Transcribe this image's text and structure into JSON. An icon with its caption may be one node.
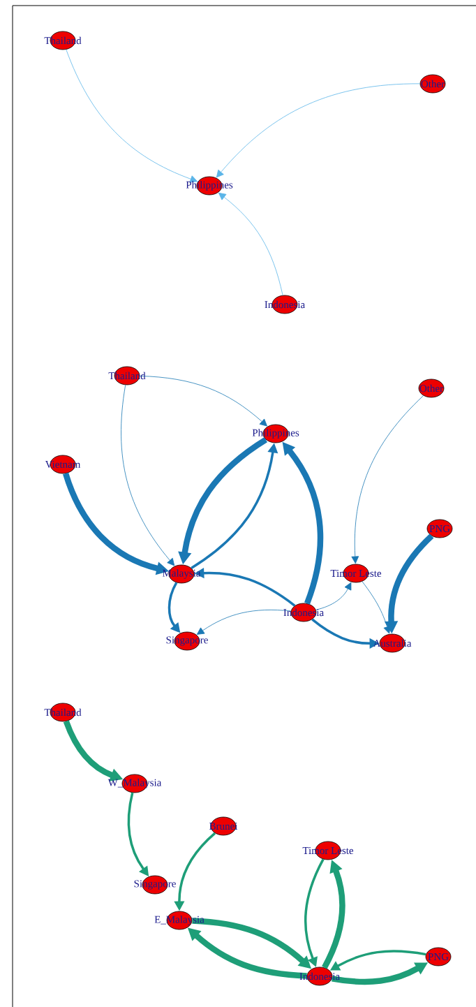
{
  "diagram": {
    "nodes": [
      {
        "text": [
          "Thailand"
        ]
      },
      {
        "text": [
          "Other"
        ]
      },
      {
        "text": [
          "Philippines"
        ]
      },
      {
        "text": [
          "Indonesia"
        ]
      },
      {
        "text": [
          "Thailand"
        ]
      },
      {
        "text": [
          "Other"
        ]
      },
      {
        "text": [
          "Philippines"
        ]
      },
      {
        "text": [
          "Vietnam"
        ]
      },
      {
        "text": [
          "PNG"
        ]
      },
      {
        "text": [
          "Malaysia"
        ]
      },
      {
        "text": [
          "Timor Leste"
        ]
      },
      {
        "text": [
          "Indonesia"
        ]
      },
      {
        "text": [
          "Singapore"
        ]
      },
      {
        "text": [
          "Australia"
        ]
      },
      {
        "text": [
          "Thailand"
        ]
      },
      {
        "text": [
          "W_Malaysia"
        ]
      },
      {
        "text": [
          "Brunei"
        ]
      },
      {
        "text": [
          "Timor Leste"
        ]
      },
      {
        "text": [
          "Singapore"
        ]
      },
      {
        "text": [
          "E_Malaysia"
        ]
      },
      {
        "text": [
          "PNG"
        ]
      },
      {
        "text": [
          "Indonesia"
        ]
      }
    ],
    "edges": [
      {
        "from": 0,
        "to": 2,
        "arrow": "to",
        "color": "#5bb5e8"
      },
      {
        "from": 1,
        "to": 2,
        "arrow": "to",
        "color": "#5bb5e8"
      },
      {
        "from": 3,
        "to": 2,
        "arrow": "to",
        "color": "#5bb5e8"
      },
      {
        "from": 4,
        "to": 6,
        "arrow": "to"
      },
      {
        "from": 4,
        "to": 9,
        "arrow": "to"
      },
      {
        "from": 7,
        "to": 9,
        "arrow": "to",
        "style": "thick"
      },
      {
        "from": 6,
        "to": 9,
        "arrow": "to",
        "style": "thick"
      },
      {
        "from": 9,
        "to": 6,
        "arrow": "to"
      },
      {
        "from": 11,
        "to": 6,
        "arrow": "to",
        "style": "thick"
      },
      {
        "from": 11,
        "to": 9,
        "arrow": "to"
      },
      {
        "from": 9,
        "to": 12,
        "arrow": "to"
      },
      {
        "from": 11,
        "to": 12,
        "arrow": "to"
      },
      {
        "from": 11,
        "to": 10,
        "arrow": "to"
      },
      {
        "from": 5,
        "to": 10,
        "arrow": "to"
      },
      {
        "from": 10,
        "to": 13,
        "arrow": "to"
      },
      {
        "from": 11,
        "to": 13,
        "arrow": "to"
      },
      {
        "from": 8,
        "to": 13,
        "arrow": "to",
        "style": "thick"
      },
      {
        "from": 14,
        "to": 15,
        "arrow": "to",
        "style": "thick",
        "color": "#1e9e78"
      },
      {
        "from": 15,
        "to": 18,
        "arrow": "to",
        "color": "#1e9e78"
      },
      {
        "from": 16,
        "to": 19,
        "arrow": "to",
        "color": "#1e9e78"
      },
      {
        "from": 19,
        "to": 21,
        "arrow": "to",
        "style": "thick",
        "color": "#1e9e78"
      },
      {
        "from": 21,
        "to": 19,
        "arrow": "to",
        "style": "thick",
        "color": "#1e9e78"
      },
      {
        "from": 21,
        "to": 17,
        "arrow": "to",
        "style": "thick",
        "color": "#1e9e78"
      },
      {
        "from": 17,
        "to": 21,
        "arrow": "to",
        "color": "#1e9e78"
      },
      {
        "from": 20,
        "to": 21,
        "arrow": "to",
        "color": "#1e9e78"
      },
      {
        "from": 21,
        "to": 20,
        "arrow": "to",
        "style": "thick",
        "color": "#1e9e78"
      }
    ]
  }
}
